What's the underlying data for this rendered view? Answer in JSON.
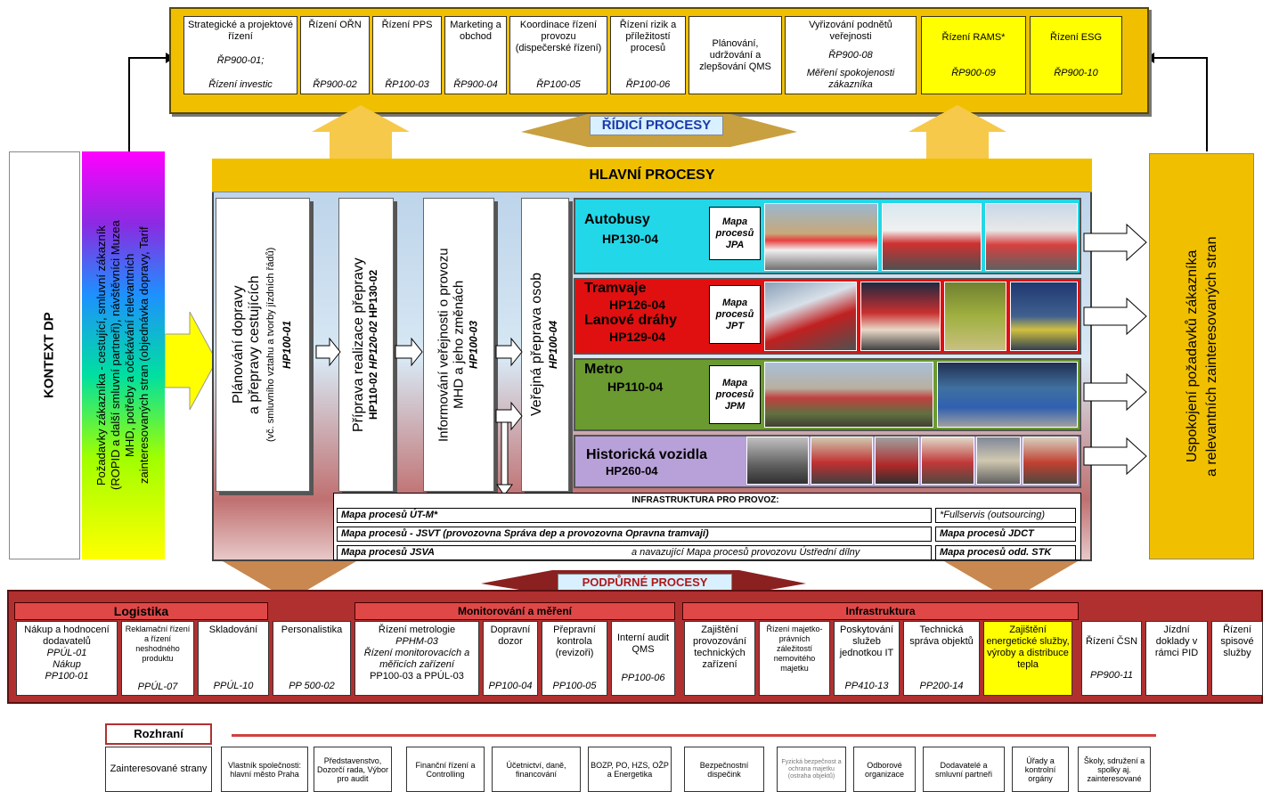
{
  "control": {
    "boxes": [
      {
        "title": "Strategické a projektové řízení",
        "code": "ŘP900-01;",
        "extra": "Řízení investic"
      },
      {
        "title": "Řízení OŘN",
        "code": "ŘP900-02"
      },
      {
        "title": "Řízení PPS",
        "code": "ŘP100-03"
      },
      {
        "title": "Marketing a obchod",
        "code": "ŘP900-04"
      },
      {
        "title": "Koordinace řízení provozu (dispečerské řízení)",
        "code": "ŘP100-05"
      },
      {
        "title": "Řízení rizik a příležitostí procesů",
        "code": "ŘP100-06"
      },
      {
        "title": "Plánování, udržování a zlepšování QMS",
        "code": ""
      },
      {
        "title": "Vyřizování podnětů veřejnosti",
        "code": "ŘP900-08",
        "extra": "Měření spokojenosti zákazníka"
      },
      {
        "title": "Řízení RAMS*",
        "code": "ŘP900-09"
      },
      {
        "title": "Řízení ESG",
        "code": "ŘP900-10"
      }
    ],
    "label": "ŘÍDICÍ PROCESY"
  },
  "context": {
    "title": "KONTEXT DP",
    "requirements_line1": "Požadavky zákazníka - cestující, smluvní zákazník",
    "requirements_line2": "(ROPID a další smluvní partneři), návštěvníci Muzea",
    "requirements_line3": "MHD, potřeby a očekávání relevantních",
    "requirements_line4": "zainteresovaných stran (objednávka dopravy, Tarif",
    "satisfaction_line1": "Uspokojení požadavků zákazníka",
    "satisfaction_line2": "a relevantních zainteresovaných stran"
  },
  "main": {
    "title": "HLAVNÍ PROCESY",
    "columns": [
      {
        "l1": "Plánování dopravy",
        "l2": "a přepravy cestujících",
        "l3": "(vč. smluvního vztahu a tvorby jízdních řádů)",
        "code": "HP100-01"
      },
      {
        "l1": "Příprava realizace přepravy",
        "l2": "HP130-02",
        "code": "HP110-02",
        "code2": "HP120-02"
      },
      {
        "l1": "Informování veřejnosti o provozu",
        "l2": "MHD a jeho změnách",
        "code": "HP100-03"
      },
      {
        "l1": "Veřejná přeprava osob",
        "code": "HP100-04"
      }
    ],
    "modes": [
      {
        "name": "Autobusy",
        "code": "HP130-04",
        "mapa": "Mapa procesů JPA"
      },
      {
        "name": "Tramvaje",
        "code": "HP126-04",
        "name2": "Lanové dráhy",
        "code2": "HP129-04",
        "mapa": "Mapa procesů JPT"
      },
      {
        "name": "Metro",
        "code": "HP110-04",
        "mapa": "Mapa procesů JPM"
      },
      {
        "name": "Historická vozidla",
        "code": "HP260-04"
      }
    ],
    "infra_title": "INFRASTRUKTURA PRO PROVOZ:",
    "infra_rows": [
      {
        "left": "Mapa procesů ÚT-M*",
        "right": "*Fullservis (outsourcing)"
      },
      {
        "left": "Mapa procesů - JSVT (provozovna Správa dep a  provozovna Opravna tramvají)",
        "right": "Mapa procesů JDCT"
      },
      {
        "left": "Mapa procesů JSVA",
        "mid": "a navazující  Mapa procesů provozovu Ústřední dílny",
        "right": "Mapa procesů odd. STK"
      }
    ]
  },
  "support": {
    "label": "PODPŮRNÉ PROCESY",
    "groups": [
      "Logistika",
      "Monitorování a měření",
      "Infrastruktura"
    ],
    "boxes": [
      {
        "t": "Nákup a hodnocení dodavatelů",
        "c": "PPÚL-01",
        "c2": "Nákup",
        "c3": "PP100-01"
      },
      {
        "t": "Reklamační řízení a řízení neshodného produktu",
        "c": "PPÚL-07"
      },
      {
        "t": "Skladování",
        "c": "PPÚL-10"
      },
      {
        "t": "Personalistika",
        "c": "PP 500-02"
      },
      {
        "t": "Řízení metrologie",
        "c": "PPHM-03",
        "c2": "Řízení monitorovacích a měřicích zařízení",
        "c3": "PP100-03 a PPÚL-03"
      },
      {
        "t": "Dopravní dozor",
        "c": "PP100-04"
      },
      {
        "t": "Přepravní kontrola (revizoři)",
        "c": "PP100-05"
      },
      {
        "t": "Interní audit QMS",
        "c": "PP100-06"
      },
      {
        "t": "Zajištění provozování technických zařízení",
        "c": ""
      },
      {
        "t": "Řízení majetko-právních záležitostí nemovitého majetku",
        "c": ""
      },
      {
        "t": "Poskytování služeb jednotkou IT",
        "c": "PP410-13"
      },
      {
        "t": "Technická správa objektů",
        "c": "PP200-14"
      },
      {
        "t": "Zajištění energetické služby, výroby a distribuce tepla",
        "c": ""
      },
      {
        "t": "Řízení ČSN",
        "c": "PP900-11"
      },
      {
        "t": "Jízdní doklady v rámci PID",
        "c": ""
      },
      {
        "t": "Řízení spisové služby",
        "c": ""
      }
    ]
  },
  "interface": {
    "title": "Rozhraní",
    "items": [
      "Zainteresované strany",
      "Vlastník společnosti: hlavní město Praha",
      "Představenstvo, Dozorčí rada, Výbor pro audit",
      "Finanční řízení a Controlling",
      "Účetnictví, daně, financování",
      "BOZP, PO, HZS, OŽP a Energetika",
      "Bezpečnostní dispečink",
      "Fyzická bezpečnost a ochrana majetku (ostraha objektů)",
      "Odborové organizace",
      "Dodavatelé a smluvní partneři",
      "Úřady a kontrolní orgány",
      "Školy, sdružení a spolky aj. zainteresované"
    ]
  },
  "colors": {
    "gold": "#f0c000",
    "yellow": "#ffff00",
    "red": "#e01010",
    "cyan": "#22d8e8",
    "green": "#6a9a30",
    "violet": "#b8a0d8",
    "darkred": "#b03030"
  }
}
